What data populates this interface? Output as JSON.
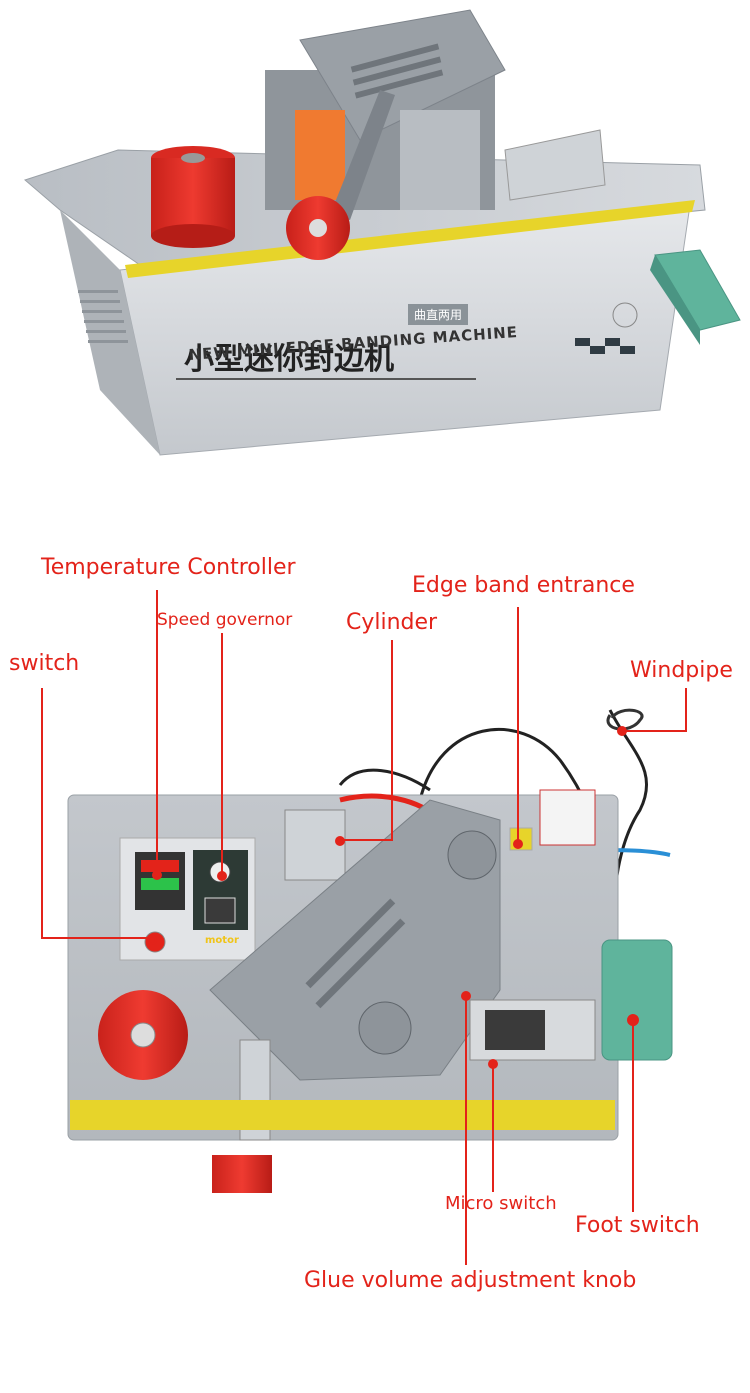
{
  "machine_top": {
    "title_cn": "小型迷你封边机",
    "badge_cn": "曲直两用",
    "title_en": "NEW MINI EDGE BANDING MACHINE"
  },
  "controller_display": {
    "motor_brand": "motor"
  },
  "callouts": {
    "temperature_controller": "Temperature Controller",
    "speed_governor": "Speed governor",
    "cylinder": "Cylinder",
    "edge_band_entrance": "Edge band entrance",
    "switch": "switch",
    "windpipe": "Windpipe",
    "micro_switch": "Micro switch",
    "foot_switch": "Foot switch",
    "glue_knob": "Glue volume adjustment knob"
  },
  "colors": {
    "callout": "#e3231a",
    "machine_body": "#c9cdd2",
    "glue_roller": "#e8322a",
    "foot_pedal": "#5fb49c",
    "yellow_strip": "#e7d42a"
  }
}
